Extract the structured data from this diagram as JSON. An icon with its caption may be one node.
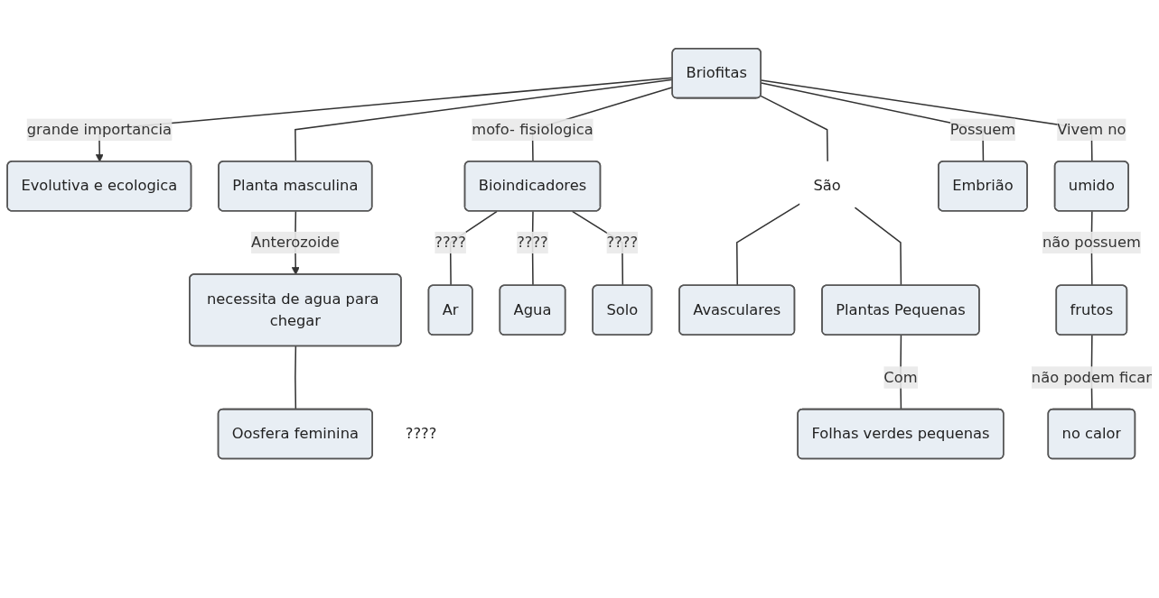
{
  "diagram": {
    "nodes": [
      {
        "text": [
          "Evolutiva e ecologica"
        ]
      },
      {
        "text": [
          "Briofitas"
        ]
      },
      {
        "text": [
          "Planta masculina"
        ]
      },
      {
        "text": [
          "necessita de agua para chegar"
        ]
      },
      {
        "text": [
          "Oosfera feminina"
        ],
        "beside": [
          "????"
        ]
      },
      {
        "text": [
          "Bioindicadores"
        ]
      },
      {
        "text": [
          "São"
        ]
      },
      {
        "text": [
          "Embrião"
        ]
      },
      {
        "text": [
          "umido"
        ]
      },
      {
        "text": [
          "Ar"
        ]
      },
      {
        "text": [
          "Agua"
        ]
      },
      {
        "text": [
          "Solo"
        ]
      },
      {
        "text": [
          "Avasculares"
        ]
      },
      {
        "text": [
          "Plantas Pequenas"
        ]
      },
      {
        "text": [
          "frutos"
        ]
      },
      {
        "text": [
          "Folhas verdes pequenas"
        ]
      },
      {
        "text": [
          "no calor"
        ]
      }
    ],
    "edges": [
      {
        "from": 1,
        "to": 0,
        "label": "grande importancia",
        "arrow": "to"
      },
      {
        "from": 1,
        "to": 2,
        "arrow": "none"
      },
      {
        "from": 2,
        "to": 3,
        "label": "Anterozoide",
        "arrow": "to"
      },
      {
        "from": 3,
        "to": 4,
        "arrow": "none"
      },
      {
        "from": 1,
        "to": 5,
        "label": "mofo- fisiologica",
        "arrow": "none"
      },
      {
        "from": 1,
        "to": 6,
        "arrow": "none"
      },
      {
        "from": 6,
        "to": 12,
        "arrow": "none"
      },
      {
        "from": 6,
        "to": 13,
        "arrow": "none"
      },
      {
        "from": 1,
        "to": 8,
        "label": "Vivem no",
        "arrow": "none"
      },
      {
        "from": 1,
        "to": 7,
        "label": "Possuem",
        "arrow": "none"
      },
      {
        "from": 5,
        "to": 9,
        "label": "????",
        "arrow": "none"
      },
      {
        "from": 5,
        "to": 10,
        "label": "????",
        "arrow": "none"
      },
      {
        "from": 5,
        "to": 11,
        "label": "????",
        "arrow": "none"
      },
      {
        "from": 13,
        "to": 15,
        "label": "Com",
        "arrow": "none"
      },
      {
        "from": 8,
        "to": 14,
        "label": "não possuem",
        "arrow": "none"
      },
      {
        "from": 14,
        "to": 16,
        "label": "não podem ficar",
        "arrow": "none"
      }
    ]
  }
}
